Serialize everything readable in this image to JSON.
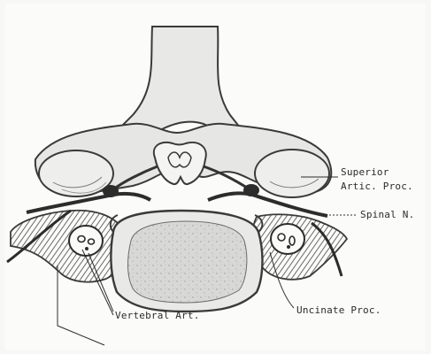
{
  "labels": {
    "superior_artic_proc_line1": "Superior",
    "superior_artic_proc_line2": "Artic. Proc.",
    "spinal_nerve": "Spinal N.",
    "vertebral_artery": "Vertebral Art.",
    "uncinate_process": "Uncinate Proc."
  },
  "colors": {
    "ink": "#3a3a3a",
    "bone_fill": "#e4e4e2",
    "hatch": "#555555",
    "background": "#fbfbfa"
  }
}
